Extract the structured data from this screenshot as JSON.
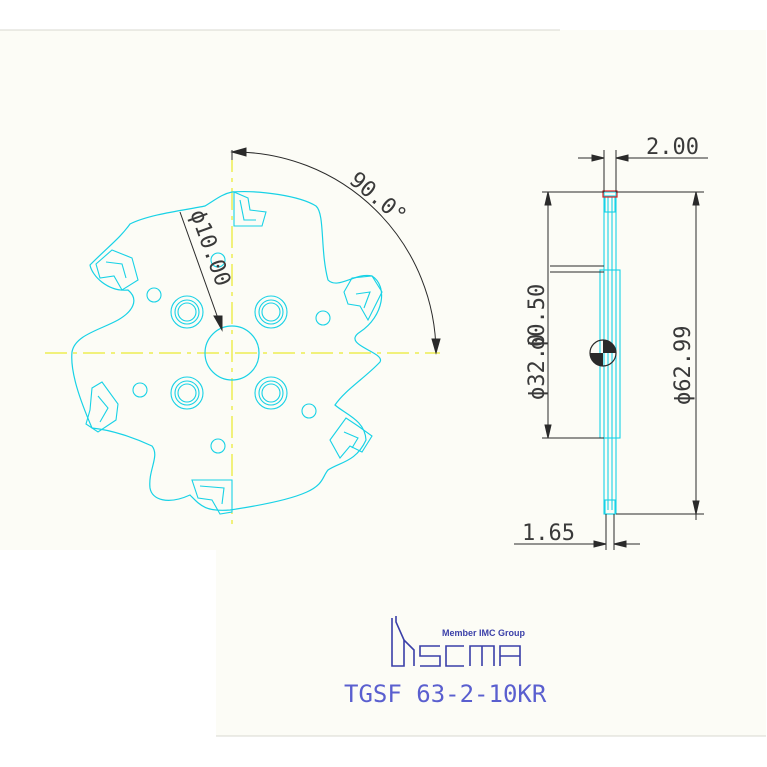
{
  "drawing": {
    "front_view": {
      "angle_label": "90.0°",
      "bore_label": "ϕ10.00"
    },
    "side_view": {
      "width_label": "2.00",
      "hub_diameter_label": "ϕ32.0",
      "hub_diameter_label_overlap": "ϕ0.50",
      "outer_diameter_label": "ϕ62.99",
      "thickness_label": "1.65"
    },
    "title_block": {
      "logo_tagline": "Member IMC Group",
      "part_number": "TGSF 63-2-10KR"
    }
  },
  "colors": {
    "paper": "#fcfcf6",
    "outline": "#18d2e6",
    "centerline": "#e6e600",
    "dimension": "#2a2a2a",
    "logo": "#3a3fa8",
    "part_number": "#5a5fcf",
    "section_red": "#e02020"
  }
}
